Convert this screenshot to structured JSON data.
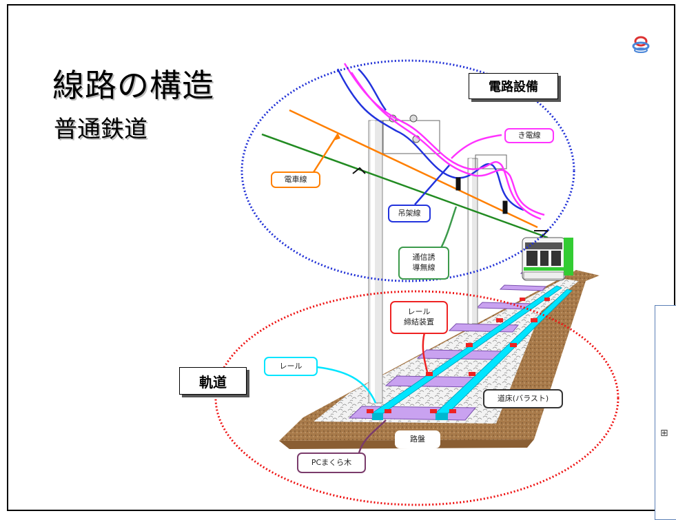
{
  "slide": {
    "title": "線路の構造",
    "subtitle": "普通鉄道"
  },
  "sections": {
    "electrical": "電路設備",
    "track": "軌道"
  },
  "labels": {
    "feeder": "き電線",
    "contact_wire": "電車線",
    "messenger_wire": "吊架線",
    "induction_wire": "通信誘\n導無線",
    "rail_fastening": "レール\n締結装置",
    "rail": "レール",
    "ballast": "道床(バラスト)",
    "roadbed": "路盤",
    "sleeper": "PCまくら木"
  },
  "colors": {
    "feeder": "#ff33ff",
    "contact_wire": "#ff7f00",
    "messenger_wire": "#2233dd",
    "induction_wire": "#228b22",
    "rail": "#00e5ff",
    "fastening": "#ee2222",
    "sleeper": "#c9a2f0",
    "electrical_ellipse": "#1f2fd6",
    "track_ellipse": "#ee1111"
  },
  "side_panel": {
    "glyph": "⊞"
  }
}
